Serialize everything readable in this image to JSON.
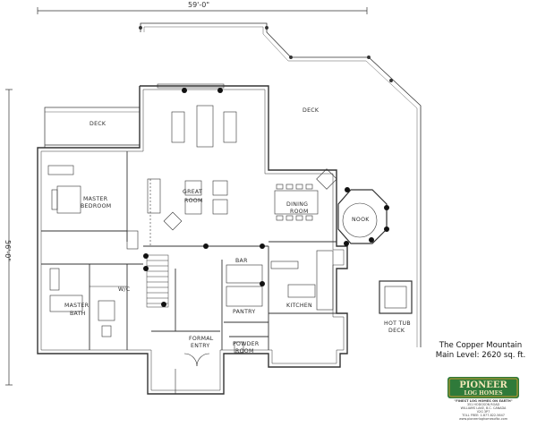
{
  "dimensions": {
    "width_label": "59'-0\"",
    "depth_label": "56'-0\""
  },
  "rooms": {
    "deck_left": "DECK",
    "deck_right": "DECK",
    "master_bedroom": [
      "MASTER",
      "BEDROOM"
    ],
    "great_room": [
      "GREAT",
      "ROOM"
    ],
    "dining_room": [
      "DINING",
      "ROOM"
    ],
    "nook": "NOOK",
    "bar": "BAR",
    "wic": "W/C",
    "master_bath": [
      "MASTER",
      "BATH"
    ],
    "pantry": "PANTRY",
    "kitchen": "KITCHEN",
    "formal_entry": [
      "FORMAL",
      "ENTRY"
    ],
    "powder_room": [
      "POWDER",
      "ROOM"
    ],
    "hot_tub_deck": [
      "HOT TUB",
      "DECK"
    ]
  },
  "caption": {
    "title": "The Copper Mountain",
    "subtitle": "Main Level: 2620 sq. ft."
  },
  "logo": {
    "brand_line1": "PIONEER",
    "brand_line2": "LOG HOMES",
    "tagline": "\"FINEST LOG HOMES ON EARTH\"",
    "address": "351 HODGSON ROAD",
    "city": "WILLIAMS LAKE, B.C. CANADA",
    "postal": "V2G 3P7",
    "phone": "TOLL FREE: 1-877-822-5647",
    "web": "www.pioneerloghomesofbc.com",
    "brand_color": "#2f7a3a",
    "accent_color": "#c79a2e"
  }
}
